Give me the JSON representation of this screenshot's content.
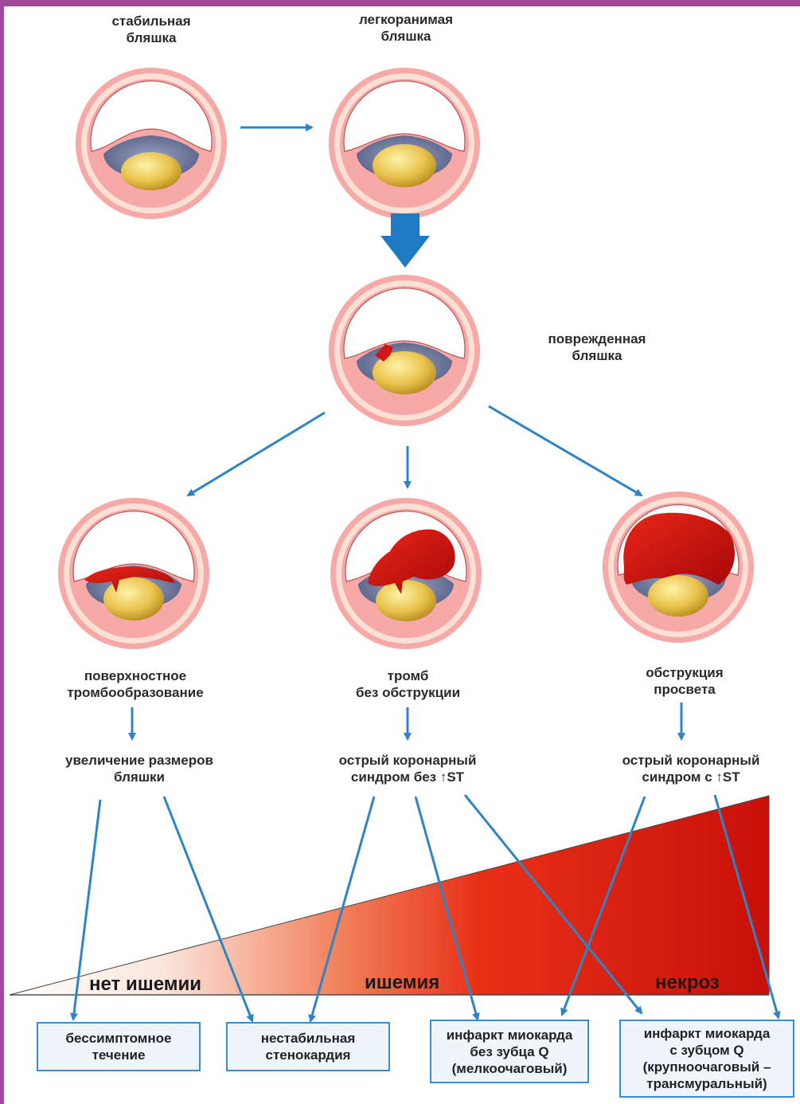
{
  "stages": {
    "stable": "стабильная\nбляшка",
    "vulnerable": "легкоранимая\nбляшка",
    "damaged": "поврежденная\nбляшка"
  },
  "outcomes": {
    "surface": "поверхностное\nтромбообразование",
    "thrombus": "тромб\nбез обструкции",
    "obstruction": "обструкция\nпросвета"
  },
  "consequences": {
    "growth": "увеличение размеров\nбляшки",
    "acs_no_st": "острый коронарный\nсиндром без ↑ST",
    "acs_st": "острый коронарный\nсиндром с ↑ST"
  },
  "zones": {
    "no_ischemia": "нет ишемии",
    "ischemia": "ишемия",
    "necrosis": "некроз"
  },
  "results": {
    "asymptomatic": "бессимптомное\nтечение",
    "unstable_angina": "нестабильная\nстенокардия",
    "mi_no_q": "инфаркт миокарда\nбез зубца Q\n(мелкоочаговый)",
    "mi_q": "инфаркт миокарда\nс зубцом Q\n(крупноочаговый –\nтрансмуральный)"
  },
  "colors": {
    "arrow": "#2f84c4",
    "frame": "#a0489a",
    "vessel_wall": "#f2a7a5",
    "plaque": "#6f7a9e",
    "lipid_core": "#e5c04a",
    "thrombus": "#d01818",
    "gradient_end": "#c8100a"
  }
}
